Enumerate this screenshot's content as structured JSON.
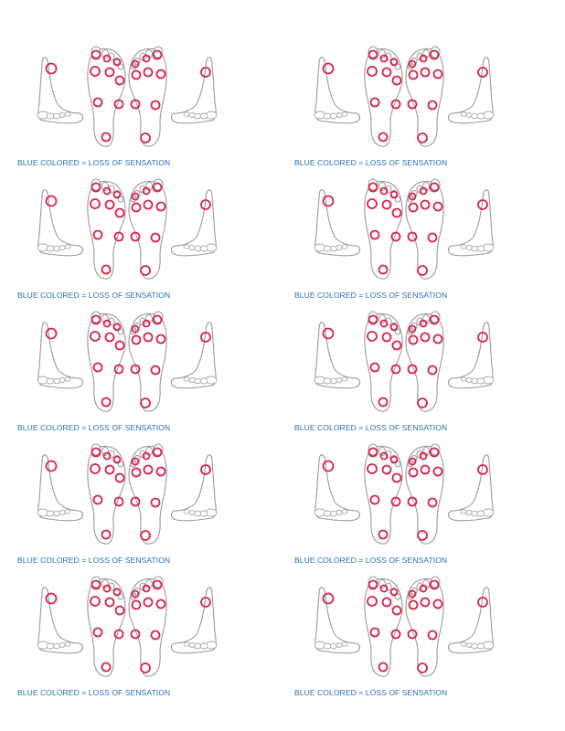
{
  "page": {
    "title": ""
  },
  "diagram": {
    "caption_text": "BLUE COLORED = LOSS OF SENSATION",
    "marker_color": "#d9234a",
    "caption_color": "#2b6fb3",
    "icon": "monofilament-foot-exam-icon",
    "panels": [
      {
        "caption": "BLUE COLORED = LOSS OF SENSATION"
      },
      {
        "caption": "BLUE COLORED = LOSS OF SENSATION"
      },
      {
        "caption": "BLUE COLORED = LOSS OF SENSATION"
      },
      {
        "caption": "BLUE COLORED = LOSS OF SENSATION"
      },
      {
        "caption": "BLUE COLORED = LOSS OF SENSATION"
      },
      {
        "caption": "BLUE COLORED = LOSS OF SENSATION"
      },
      {
        "caption": "BLUE COLORED = LOSS OF SENSATION"
      },
      {
        "caption": "BLUE COLORED = LOSS OF SENSATION"
      },
      {
        "caption": "BLUE COLORED = LOSS OF SENSATION"
      },
      {
        "caption": "BLUE COLORED = LOSS OF SENSATION"
      }
    ]
  }
}
